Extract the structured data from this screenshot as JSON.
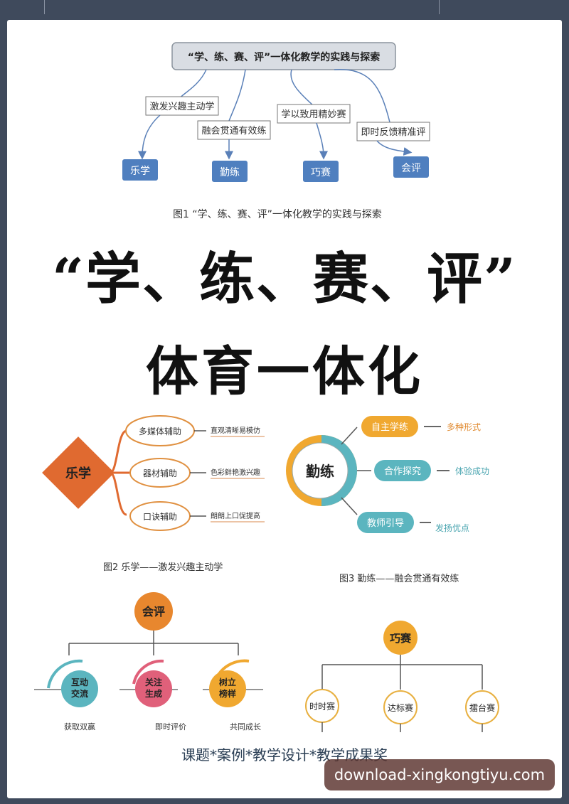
{
  "fig1": {
    "title": "“学、练、赛、评”一体化教学的实践与探索",
    "branches": [
      "激发兴趣主动学",
      "融会贯通有效练",
      "学以致用精妙赛",
      "即时反馈精准评"
    ],
    "leaves": [
      "乐学",
      "勤练",
      "巧赛",
      "会评"
    ],
    "caption": "图1 “学、练、赛、评”一体化教学的实践与探索"
  },
  "headline": {
    "line1": "“学、练、赛、评”",
    "line2": "体育一体化"
  },
  "fig2": {
    "center": "乐学",
    "items": [
      "多媒体辅助",
      "器材辅助",
      "口诀辅助"
    ],
    "notes": [
      "直观清晰易模仿",
      "色彩鲜艳激兴趣",
      "朗朗上口促提高"
    ],
    "caption": "图2 乐学——激发兴趣主动学"
  },
  "fig3": {
    "center": "勤练",
    "items": [
      "自主学练",
      "合作探究",
      "教师引导"
    ],
    "notes": [
      "多种形式",
      "体验成功",
      "发扬优点"
    ],
    "caption": "图3 勤练——融会贯通有效练"
  },
  "fig4": {
    "center": "会评",
    "items": [
      [
        "互动",
        "交流"
      ],
      [
        "关注",
        "生成"
      ],
      [
        "树立",
        "榜样"
      ]
    ],
    "notes": [
      "获取双赢",
      "即时评价",
      "共同成长"
    ]
  },
  "fig5": {
    "center": "巧赛",
    "items": [
      "时时赛",
      "达标赛",
      "擂台赛"
    ]
  },
  "footer": "课题*案例*教学设计*教学成果奖",
  "watermark": "download-xingkongtiyu.com",
  "colors": {
    "blue_box": "#4f7fbf",
    "orange": "#e06a30",
    "gold": "#f0a830",
    "teal": "#5bb5bf",
    "pink": "#e0607a",
    "frame": "#3f4a5c"
  }
}
